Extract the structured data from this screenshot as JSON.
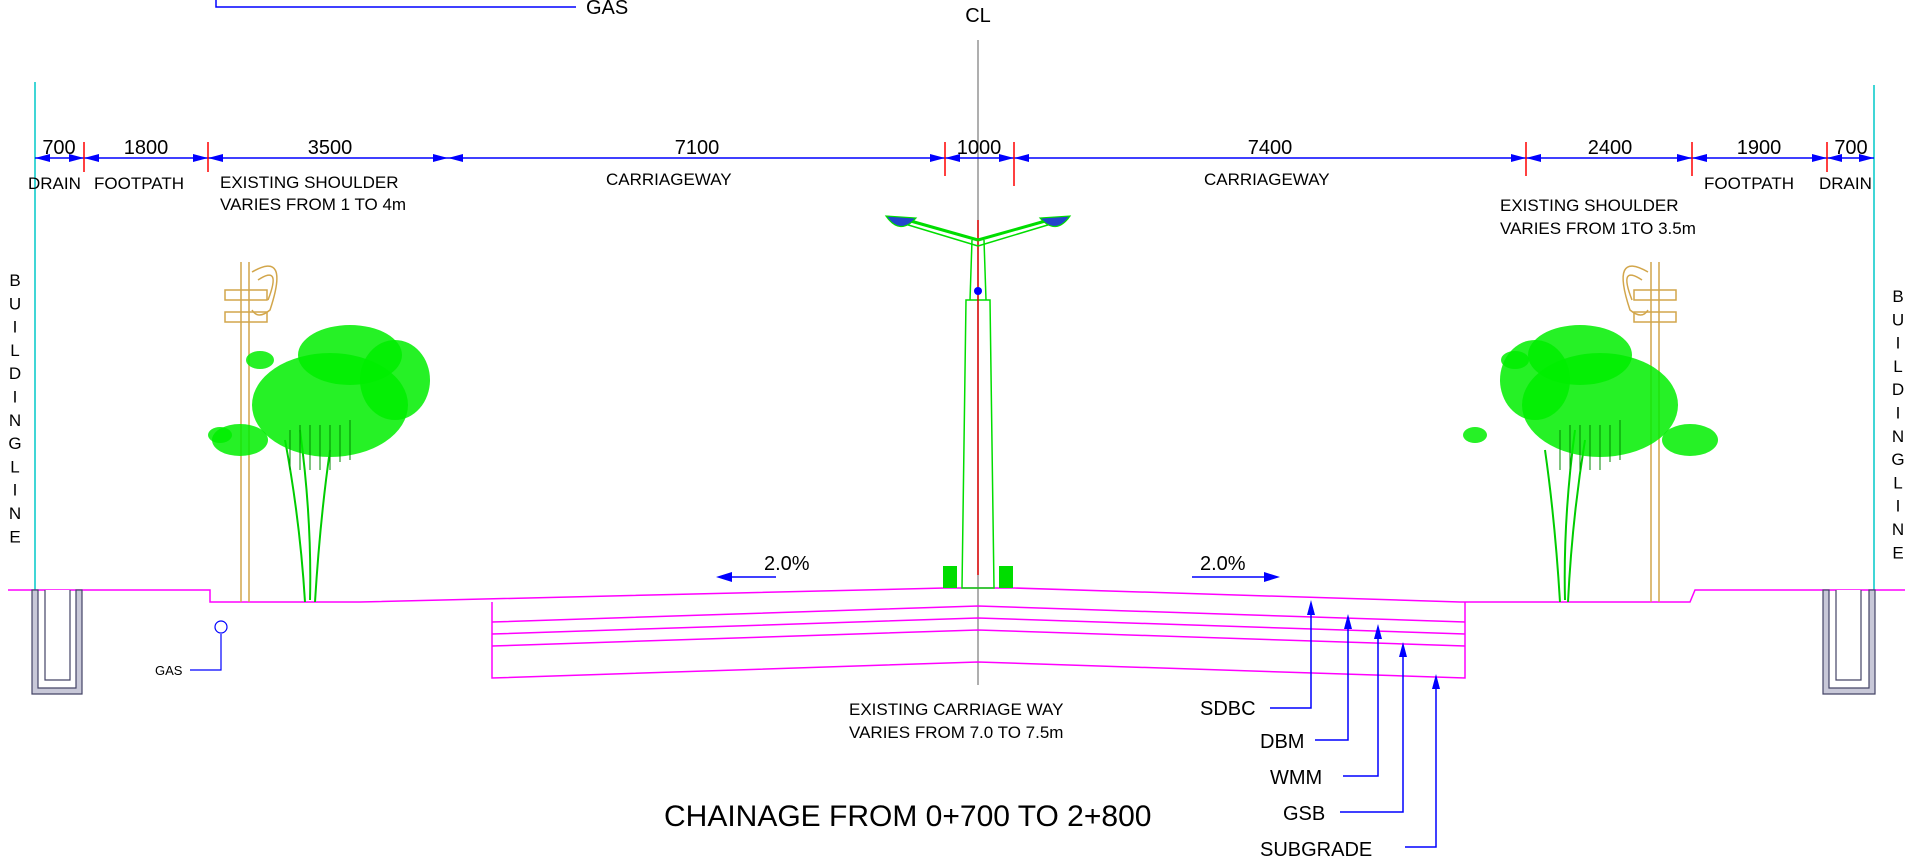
{
  "centerline_label": "CL",
  "top_gas_label": "GAS",
  "dimensions": [
    "700",
    "1800",
    "3500",
    "7100",
    "1000",
    "7400",
    "2400",
    "1900",
    "700"
  ],
  "zone_labels": {
    "left_drain": "DRAIN",
    "left_footpath": "FOOTPATH",
    "left_shoulder_line1": "EXISTING SHOULDER",
    "left_shoulder_line2": "VARIES FROM 1 TO 4m",
    "left_carriageway": "CARRIAGEWAY",
    "right_carriageway": "CARRIAGEWAY",
    "right_shoulder_line1": "EXISTING SHOULDER",
    "right_shoulder_line2": "VARIES FROM 1TO 3.5m",
    "right_footpath": "FOOTPATH",
    "right_drain": "DRAIN"
  },
  "building_line_letters": [
    "B",
    "U",
    "I",
    "L",
    "D",
    "I",
    "N",
    "G",
    "L",
    "I",
    "N",
    "E"
  ],
  "slopes": {
    "left": "2.0%",
    "right": "2.0%"
  },
  "gas_label": "GAS",
  "existing_carriageway_line1": "EXISTING CARRIAGE WAY",
  "existing_carriageway_line2": "VARIES FROM 7.0  TO 7.5m",
  "layers": [
    "SDBC",
    "DBM",
    "WMM",
    "GSB",
    "SUBGRADE"
  ],
  "title": "CHAINAGE FROM 0+700 TO 2+800",
  "colors": {
    "dimension": "#0000ff",
    "tick": "#ff0000",
    "pavement": "#ff00ff",
    "tree": "#00ee00",
    "pole": "#d2a64b",
    "building_line": "#00c8c8",
    "drain": "#6a6a8a"
  }
}
